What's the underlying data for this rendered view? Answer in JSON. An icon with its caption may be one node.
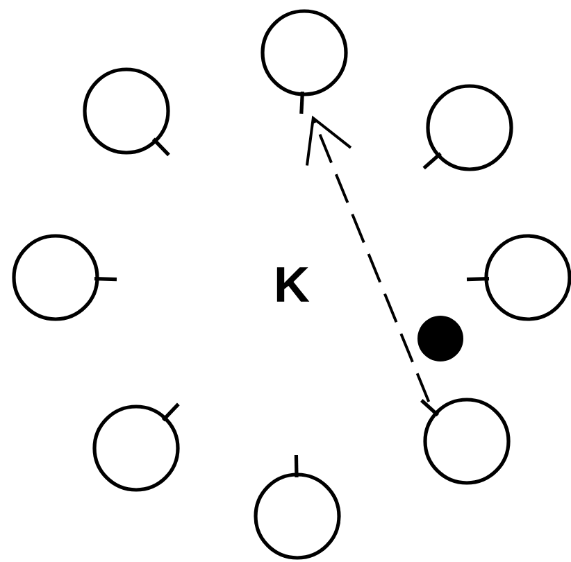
{
  "diagram": {
    "nodes": [
      {
        "text": [],
        "shape": "circle"
      },
      {
        "text": [],
        "shape": "circle"
      },
      {
        "text": [],
        "shape": "circle"
      },
      {
        "text": [],
        "shape": "circle"
      },
      {
        "text": [],
        "shape": "circle"
      },
      {
        "text": [],
        "shape": "dot"
      },
      {
        "text": [],
        "shape": "circle"
      },
      {
        "text": [],
        "shape": "circle"
      },
      {
        "text": [],
        "shape": "circle"
      }
    ],
    "edges": [
      {
        "from": 6,
        "to": 0,
        "arrow": "to",
        "style": "dashed"
      }
    ],
    "labels": [
      "K"
    ]
  }
}
